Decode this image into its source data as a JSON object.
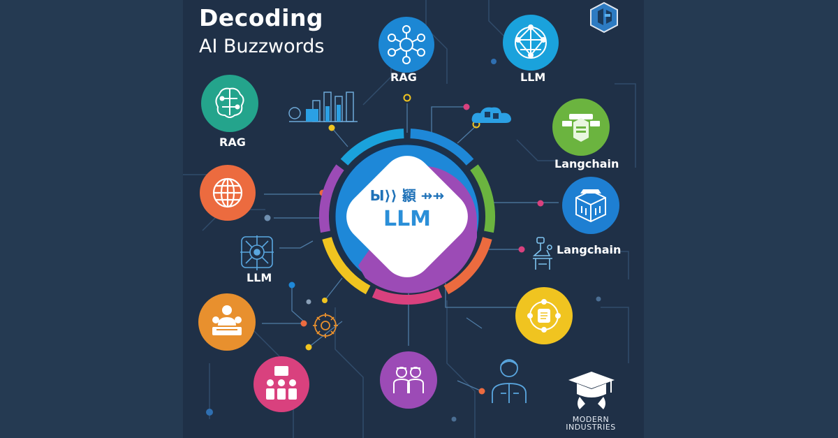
{
  "title": {
    "line1": "Decoding",
    "line2": "AI Buzzwords"
  },
  "center": {
    "glyphs": "Ы⟩⟩ 顈 ⇸⇸",
    "label": "LLM"
  },
  "nodes": [
    {
      "label": "RAG",
      "icon": "network-nodes-icon",
      "color": "#1c87d4"
    },
    {
      "label": "LLM",
      "icon": "neural-network-icon",
      "color": "#1aa2dc"
    },
    {
      "label": "RAG",
      "icon": "brain-circuit-icon",
      "color": "#24a48c"
    },
    {
      "label": "Langchain",
      "icon": "server-stack-icon",
      "color": "#6bb43f"
    },
    {
      "label": "",
      "icon": "globe-icon",
      "color": "#ec6b3f"
    },
    {
      "label": "",
      "icon": "cube-package-icon",
      "color": "#1e7fd2"
    },
    {
      "label": "LLM",
      "icon": "circuit-chip-icon",
      "color": ""
    },
    {
      "label": "Langchain",
      "icon": "lab-robot-icon",
      "color": ""
    },
    {
      "label": "",
      "icon": "team-people-icon",
      "color": "#e8902e"
    },
    {
      "label": "",
      "icon": "document-network-icon",
      "color": "#f0c420"
    },
    {
      "label": "",
      "icon": "people-group-icon",
      "color": "#d9417e"
    },
    {
      "label": "",
      "icon": "team-presentation-icon",
      "color": "#9c4bb6"
    }
  ],
  "ring_colors": [
    "#1e88d8",
    "#6bb43f",
    "#ec6b3f",
    "#d9417e",
    "#f0c420",
    "#9c4bb6",
    "#1aa2dc"
  ],
  "logo": {
    "icon": "cube-logo-icon"
  },
  "brand": {
    "line1": "MODERN",
    "line2": "INDUSTRIES",
    "icon": "graduation-cap-icon"
  }
}
